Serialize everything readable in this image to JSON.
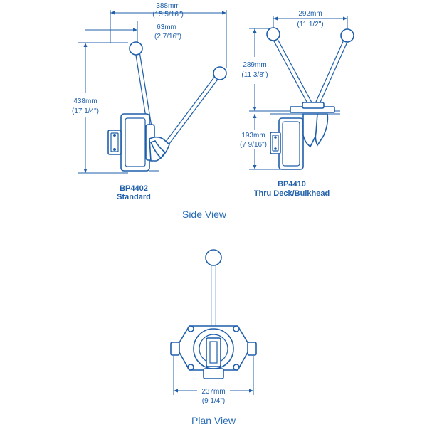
{
  "colors": {
    "line": "#1f5faa",
    "text": "#2a6db5",
    "background": "#ffffff"
  },
  "dimensions": {
    "overall_width_mm": "388mm",
    "overall_width_in": "(15 5/16\")",
    "offset_mm": "63mm",
    "offset_in": "(2 7/16\")",
    "height_mm": "438mm",
    "height_in": "(17 1/4\")",
    "lever_spread_mm": "292mm",
    "lever_spread_in": "(11 1/2\")",
    "above_deck_mm": "289mm",
    "above_deck_in": "(11 3/8\")",
    "below_deck_mm": "193mm",
    "below_deck_in": "(7 9/16\")",
    "plan_width_mm": "237mm",
    "plan_width_in": "(9 1/4\")"
  },
  "models": {
    "standard": {
      "code": "BP4402",
      "name": "Standard"
    },
    "thru_deck": {
      "code": "BP4410",
      "name": "Thru Deck/Bulkhead"
    }
  },
  "views": {
    "side": "Side View",
    "plan": "Plan View"
  }
}
